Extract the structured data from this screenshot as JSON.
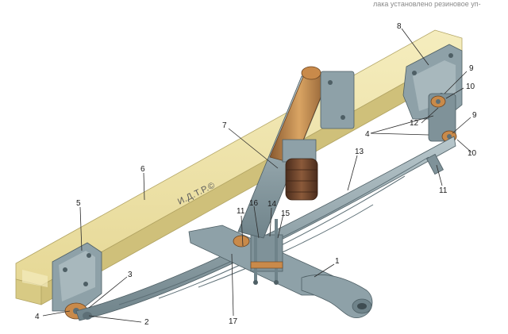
{
  "caption": "лака установлено резиновое уп-",
  "watermark": "И.Д.Т.Р.©",
  "callouts": {
    "n1": "1",
    "n2": "2",
    "n3": "3",
    "n4a": "4",
    "n4b": "4",
    "n5": "5",
    "n6": "6",
    "n7": "7",
    "n8": "8",
    "n9a": "9",
    "n9b": "9",
    "n10a": "10",
    "n10b": "10",
    "n11a": "11",
    "n11b": "11",
    "n12": "12",
    "n13": "13",
    "n14": "14",
    "n15": "15",
    "n16": "16",
    "n17": "17"
  },
  "colors": {
    "frame_rail": "#eee3a6",
    "frame_rail_shade": "#c9bc77",
    "steel": "#8ea1a8",
    "steel_dark": "#5d6f76",
    "steel_light": "#b8c7cc",
    "bushing": "#c98a4a",
    "rubber_boot": "#7a4a2e"
  }
}
